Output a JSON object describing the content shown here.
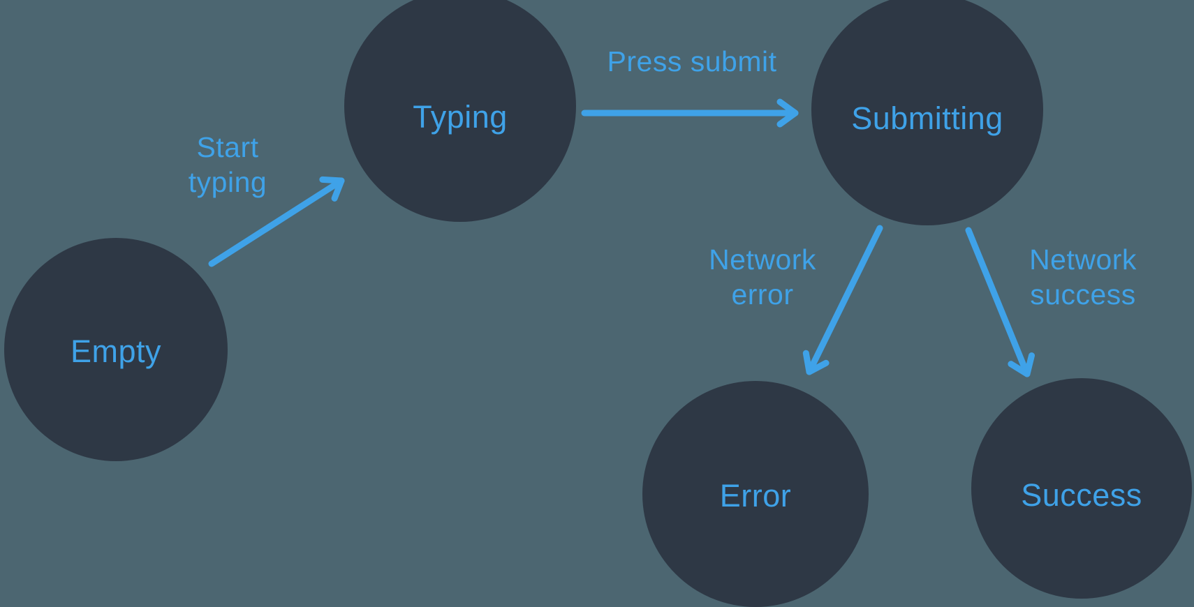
{
  "diagram": {
    "type": "state-machine",
    "colors": {
      "background": "#4C6671",
      "node_fill": "#2E3845",
      "accent": "#3FA2E8"
    },
    "nodes": [
      {
        "id": "empty",
        "label": "Empty"
      },
      {
        "id": "typing",
        "label": "Typing"
      },
      {
        "id": "submitting",
        "label": "Submitting"
      },
      {
        "id": "error",
        "label": "Error"
      },
      {
        "id": "success",
        "label": "Success"
      }
    ],
    "edges": [
      {
        "from": "empty",
        "to": "typing",
        "label": "Start\ntyping"
      },
      {
        "from": "typing",
        "to": "submitting",
        "label": "Press submit"
      },
      {
        "from": "submitting",
        "to": "error",
        "label": "Network\nerror"
      },
      {
        "from": "submitting",
        "to": "success",
        "label": "Network\nsuccess"
      }
    ]
  }
}
